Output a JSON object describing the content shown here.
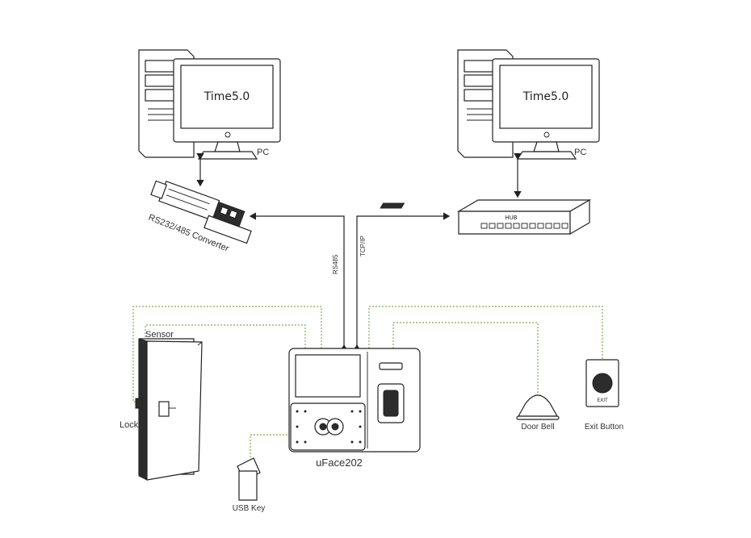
{
  "pc_left": {
    "screen_text": "Time5.0",
    "label": "PC"
  },
  "pc_right": {
    "screen_text": "Time5.0",
    "label": "PC"
  },
  "converter": {
    "label": "RS232/485 Converter"
  },
  "links": {
    "rs485": "RS485",
    "tcpip": "TCP/IP"
  },
  "door": {
    "sensor_label": "Sensor",
    "lock_label": "Lock"
  },
  "device": {
    "label": "uFace202"
  },
  "usb": {
    "label": "USB Key"
  },
  "door_bell": {
    "label": "Door Bell"
  },
  "exit_button": {
    "label": "Exit Button",
    "face_text": "EXIT"
  },
  "switch": {
    "label_text": "HUB"
  },
  "colors": {
    "wire": "#7cae4f",
    "line": "#222222"
  }
}
